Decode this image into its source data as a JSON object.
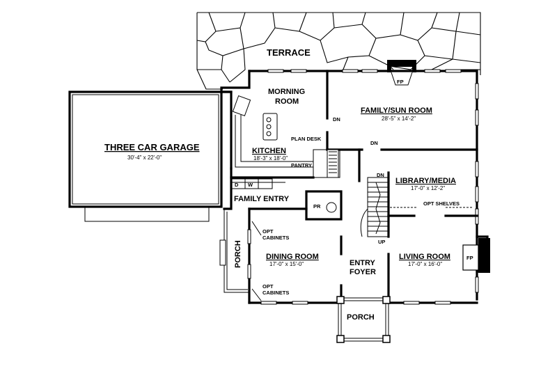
{
  "rooms": {
    "terrace": {
      "name": "TERRACE"
    },
    "morning_room": {
      "name_line1": "MORNING",
      "name_line2": "ROOM"
    },
    "family_sun_room": {
      "name": "FAMILY/SUN ROOM",
      "dims": "28'-5\" x 14'-2\""
    },
    "three_car_garage": {
      "name": "THREE CAR GARAGE",
      "dims": "30'-4\" x 22'-0\""
    },
    "kitchen": {
      "name": "KITCHEN",
      "dims": "18'-3\" x 18'-0\""
    },
    "library_media": {
      "name": "LIBRARY/MEDIA",
      "dims": "17'-0\" x 12'-2\""
    },
    "family_entry": {
      "name": "FAMILY ENTRY"
    },
    "dining_room": {
      "name": "DINING ROOM",
      "dims": "17'-0\" x 15'-0\""
    },
    "living_room": {
      "name": "LIVING ROOM",
      "dims": "17'-0\" x 16'-0\""
    },
    "entry_foyer": {
      "name_line1": "ENTRY",
      "name_line2": "FOYER"
    },
    "porch_front": {
      "name": "PORCH"
    },
    "porch_side": {
      "name": "PORCH"
    },
    "pantry": {
      "name": "PANTRY"
    },
    "powder_room": {
      "name": "PR"
    }
  },
  "annotations": {
    "fp_top": "FP",
    "fp_living": "FP",
    "plan_desk": "PLAN DESK",
    "dn_family": "DN",
    "dn_hall": "DN",
    "dn_stair": "DN",
    "up_stair": "UP",
    "opt_shelves": "OPT SHELVES",
    "opt_cabinets_top_l1": "OPT",
    "opt_cabinets_top_l2": "CABINETS",
    "opt_cabinets_bottom_l1": "OPT",
    "opt_cabinets_bottom_l2": "CABINETS",
    "dryer": "D",
    "washer": "W"
  }
}
